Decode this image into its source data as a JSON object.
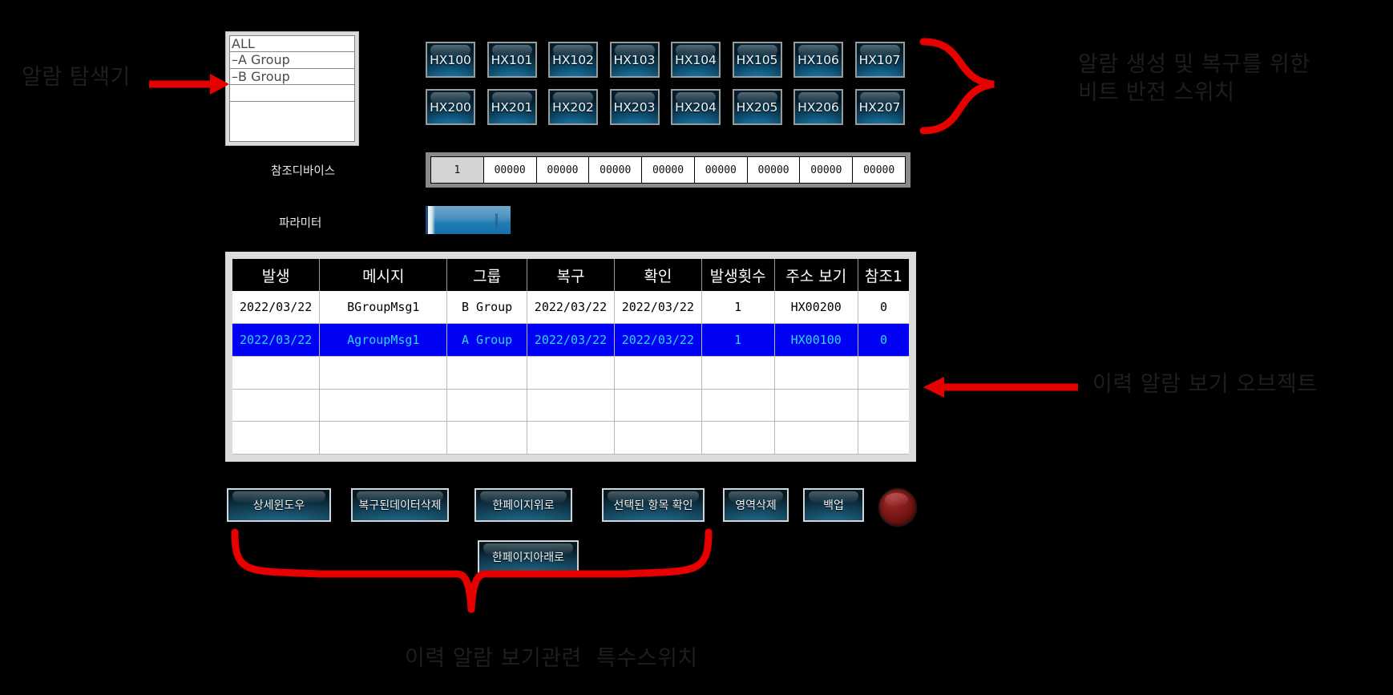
{
  "annotations": {
    "explorer": "알람 탐색기",
    "bit_switches": "알람 생성 및 복구를 위한\n비트 반전 스위치",
    "history_object": "이력 알람 보기 오브젝트",
    "special_switches": "이력 알람 보기관련  특수스위치"
  },
  "group_list": {
    "items": [
      "ALL",
      "–A Group",
      "–B Group",
      "",
      ""
    ],
    "caption": "참조디바이스"
  },
  "parameter": {
    "caption": "파라미터",
    "value": ""
  },
  "bit_switches": {
    "row1": [
      "HX100",
      "HX101",
      "HX102",
      "HX103",
      "HX104",
      "HX105",
      "HX106",
      "HX107"
    ],
    "row2": [
      "HX200",
      "HX201",
      "HX202",
      "HX203",
      "HX204",
      "HX205",
      "HX206",
      "HX207"
    ]
  },
  "numeric_strip": {
    "cells": [
      "1",
      "00000",
      "00000",
      "00000",
      "00000",
      "00000",
      "00000",
      "00000",
      "00000"
    ]
  },
  "alarm_table": {
    "headers": [
      "발생",
      "메시지",
      "그룹",
      "복구",
      "확인",
      "발생횟수",
      "주소 보기",
      "참조1"
    ],
    "rows": [
      {
        "selected": false,
        "cells": [
          "2022/03/22",
          "BGroupMsg1",
          "B Group",
          "2022/03/22",
          "2022/03/22",
          "1",
          "HX00200",
          "0"
        ]
      },
      {
        "selected": true,
        "cells": [
          "2022/03/22",
          "AgroupMsg1",
          "A Group",
          "2022/03/22",
          "2022/03/22",
          "1",
          "HX00100",
          "0"
        ]
      },
      {
        "selected": false,
        "cells": [
          "",
          "",
          "",
          "",
          "",
          "",
          "",
          ""
        ]
      },
      {
        "selected": false,
        "cells": [
          "",
          "",
          "",
          "",
          "",
          "",
          "",
          ""
        ]
      },
      {
        "selected": false,
        "cells": [
          "",
          "",
          "",
          "",
          "",
          "",
          "",
          ""
        ]
      }
    ]
  },
  "function_buttons": [
    {
      "label": "상세윈도우"
    },
    {
      "label": "복구된데이터삭제"
    },
    {
      "label": "한페이지위로"
    },
    {
      "label": "선택된 항목 확인"
    },
    {
      "label": "영역삭제"
    },
    {
      "label": "백업"
    },
    {
      "label": "한페이지아래로"
    }
  ],
  "lamp": {
    "name": "alarm-lamp",
    "color": "#8b1d1d"
  },
  "colors": {
    "background": "#000000",
    "annotation_text": "#1e1e1e",
    "annotation_arrow": "#e60000",
    "selected_row_bg": "#0000f5",
    "selected_row_text": "#2ad8f0",
    "switch_accent": "#1b86ba",
    "panel_frame": "#dcdcdc"
  }
}
